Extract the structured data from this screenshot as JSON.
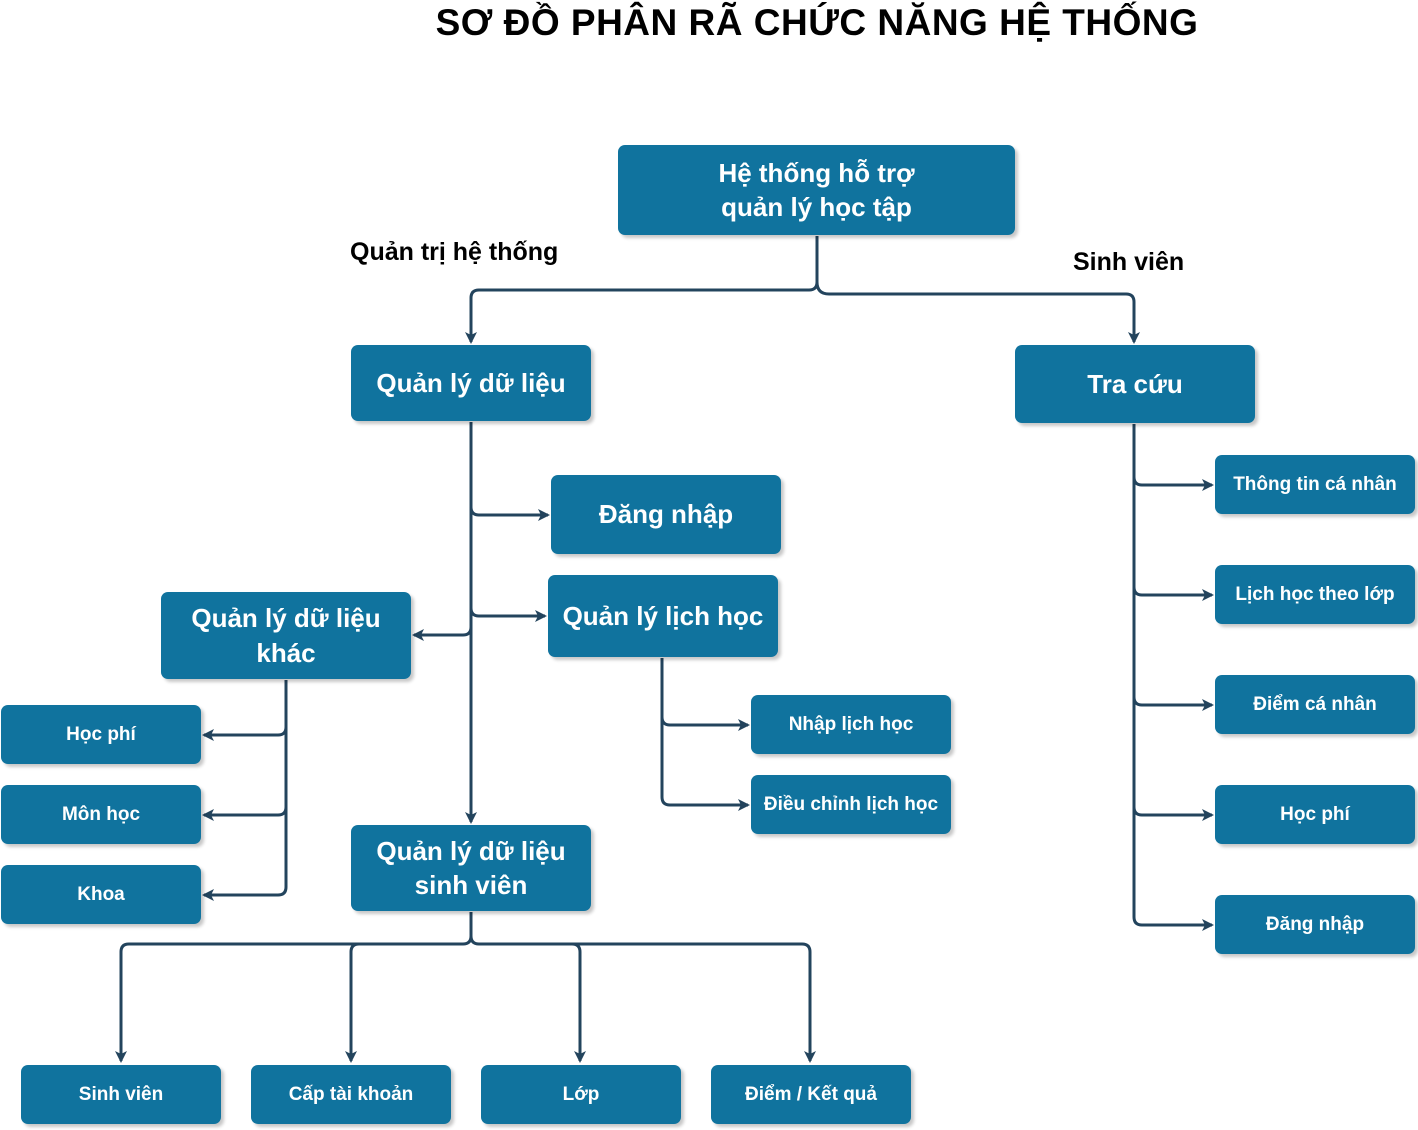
{
  "title": "SƠ ĐỒ PHÂN RÃ CHỨC NĂNG HỆ THỐNG",
  "edge_labels": {
    "admin": "Quản trị hệ thống",
    "student": "Sinh viên"
  },
  "nodes": {
    "root": "Hệ thống hỗ trợ\nquản lý học tập",
    "data_mgmt": "Quản lý dữ liệu",
    "lookup": "Tra cứu",
    "login": "Đăng nhập",
    "schedule_mgmt": "Quản lý lịch học",
    "other_data": "Quản lý dữ liệu\nkhác",
    "student_data": "Quản lý dữ liệu\nsinh viên",
    "tuition": "Học phí",
    "subject": "Môn học",
    "faculty": "Khoa",
    "enter_schedule": "Nhập lịch học",
    "adjust_schedule": "Điều chỉnh lịch học",
    "student": "Sinh viên",
    "account": "Cấp tài khoản",
    "class": "Lớp",
    "grades": "Điểm /  Kết quả",
    "personal_info": "Thông tin cá nhân",
    "class_schedule": "Lịch học theo lớp",
    "personal_grades": "Điểm cá nhân",
    "lookup_tuition": "Học phí",
    "lookup_login": "Đăng nhập"
  },
  "colors": {
    "node_fill": "#10739e",
    "node_text": "#ffffff",
    "connector": "#23445d"
  }
}
